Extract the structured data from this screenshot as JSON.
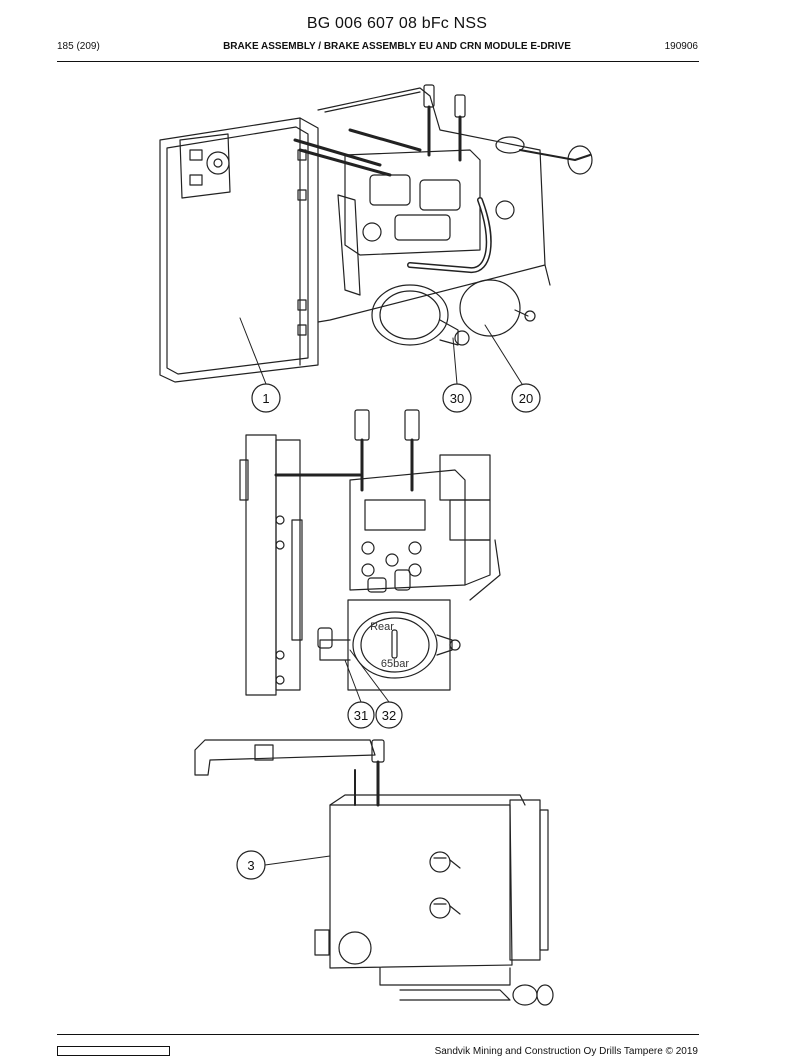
{
  "header": {
    "title": "BG 006 607 08 bFc NSS",
    "page": "185 (209)",
    "section": "BRAKE ASSEMBLY / BRAKE ASSEMBLY EU AND CRN MODULE E-DRIVE",
    "code": "190906"
  },
  "figure": {
    "callouts": [
      "1",
      "30",
      "20",
      "31",
      "32",
      "3"
    ],
    "labels": {
      "accumulator_rear": "Rear",
      "accumulator_pressure": "65bar"
    }
  },
  "footer": {
    "copyright": "Sandvik Mining and Construction Oy Drills Tampere © 2019"
  }
}
